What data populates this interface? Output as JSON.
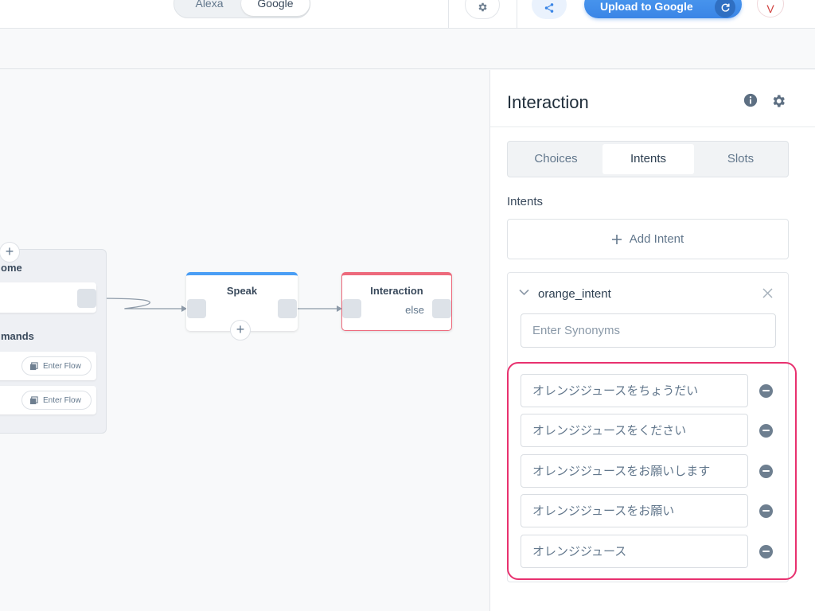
{
  "header": {
    "platform_toggle": {
      "alexa": "Alexa",
      "google": "Google",
      "selected": "Google"
    },
    "upload_label": "Upload to Google",
    "avatar_initial": "V",
    "accent_color": "#3a85e6"
  },
  "canvas": {
    "home_block": {
      "title": "ome",
      "commands_title": "mands",
      "commands": [
        {
          "label": "Enter Flow"
        },
        {
          "label": "Enter Flow"
        }
      ]
    },
    "speak_node": {
      "title": "Speak",
      "color": "#4a9ef5"
    },
    "interaction_node": {
      "title": "Interaction",
      "else_label": "else",
      "color": "#ed6a7c"
    }
  },
  "panel": {
    "title": "Interaction",
    "tabs": [
      {
        "label": "Choices",
        "active": false
      },
      {
        "label": "Intents",
        "active": true
      },
      {
        "label": "Slots",
        "active": false
      }
    ],
    "section_label": "Intents",
    "add_intent_label": "Add Intent",
    "intent": {
      "name": "orange_intent",
      "synonyms_placeholder": "Enter Synonyms",
      "utterances": [
        "オレンジジュースをちょうだい",
        "オレンジジュースをください",
        "オレンジジュースをお願いします",
        "オレンジジュースをお願い",
        "オレンジジュース"
      ]
    },
    "highlight_color": "#e8316f"
  }
}
